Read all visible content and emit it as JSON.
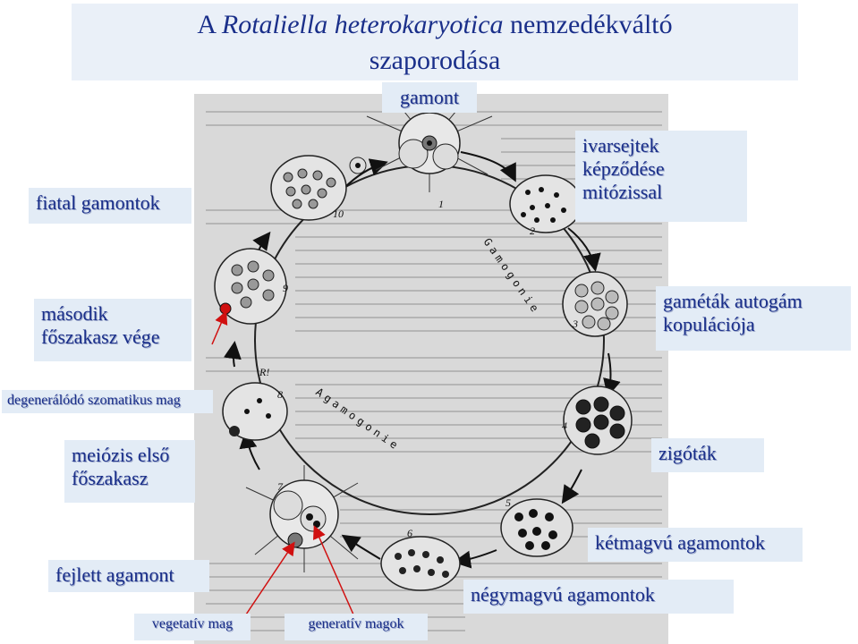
{
  "title": {
    "prefix": "A ",
    "species": "Rotaliella heterokaryotica",
    "suffix": " nemzedékváltó",
    "line2": "szaporodása"
  },
  "cycle_labels": {
    "gamogonie": "Gamogonie",
    "agamogonie": "Agamogonie",
    "numbers": [
      "1",
      "2",
      "3",
      "4",
      "5",
      "6",
      "7",
      "8",
      "9",
      "10"
    ],
    "r_mark": "R!"
  },
  "labels": {
    "gamont": "gamont",
    "ivarsejtek_1": "ivarsejtek",
    "ivarsejtek_2": "képződése",
    "ivarsejtek_3": "mitózissal",
    "fiatal_gamontok": "fiatal gamontok",
    "masodik_1": "második",
    "masodik_2": "főszakasz vége",
    "degeneralodo": "degenerálódó szomatikus mag",
    "meiozis_1": "meiózis első",
    "meiozis_2": "főszakasz",
    "fejlett_agamont": "fejlett agamont",
    "vegetativ_mag": "vegetatív mag",
    "generativ_magok": "generatív magok",
    "gametak_1": "gaméták autogám",
    "gametak_2": "kopulációja",
    "zigotak": "zigóták",
    "ketmagvu": "kétmagvú agamontok",
    "negymagvu": "négymagvú agamontok"
  }
}
